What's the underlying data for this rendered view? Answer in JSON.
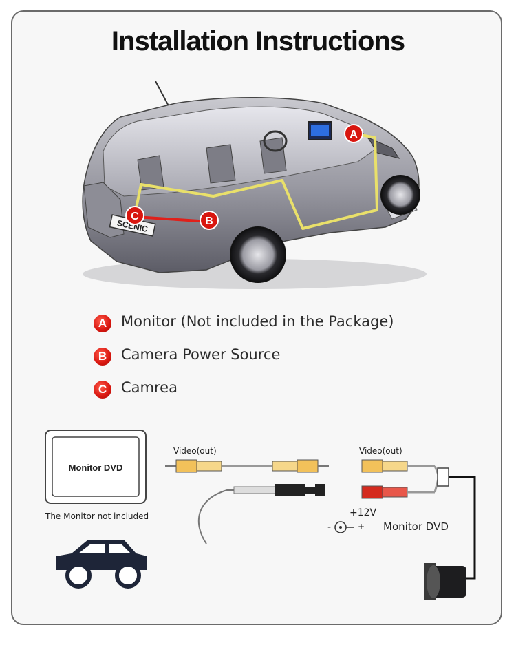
{
  "title": "Installation Instructions",
  "car": {
    "plate_text": "SCENIC",
    "points": [
      {
        "badge": "A"
      },
      {
        "badge": "B"
      },
      {
        "badge": "C"
      }
    ]
  },
  "legend": [
    {
      "badge": "A",
      "text": "Monitor (Not included in the Package)"
    },
    {
      "badge": "B",
      "text": "Camera Power Source"
    },
    {
      "badge": "C",
      "text": "Camrea"
    }
  ],
  "wiring": {
    "monitor_label": "Monitor DVD",
    "monitor_caption": "The  Monitor not included",
    "video_out_left": "Video(out)",
    "video_out_right": "Video(out)",
    "voltage_label": "+12V",
    "polarity_minus": "-",
    "polarity_plus": "+",
    "monitor_dvd_label": "Monitor DVD"
  },
  "colors": {
    "badge_red": "#d8160f",
    "wire_yellow": "#e9e06a",
    "wire_red": "#e0201a",
    "rca_yellow": "#f2c15a",
    "rca_red": "#d42a1e",
    "car_icon": "#1e2538"
  }
}
